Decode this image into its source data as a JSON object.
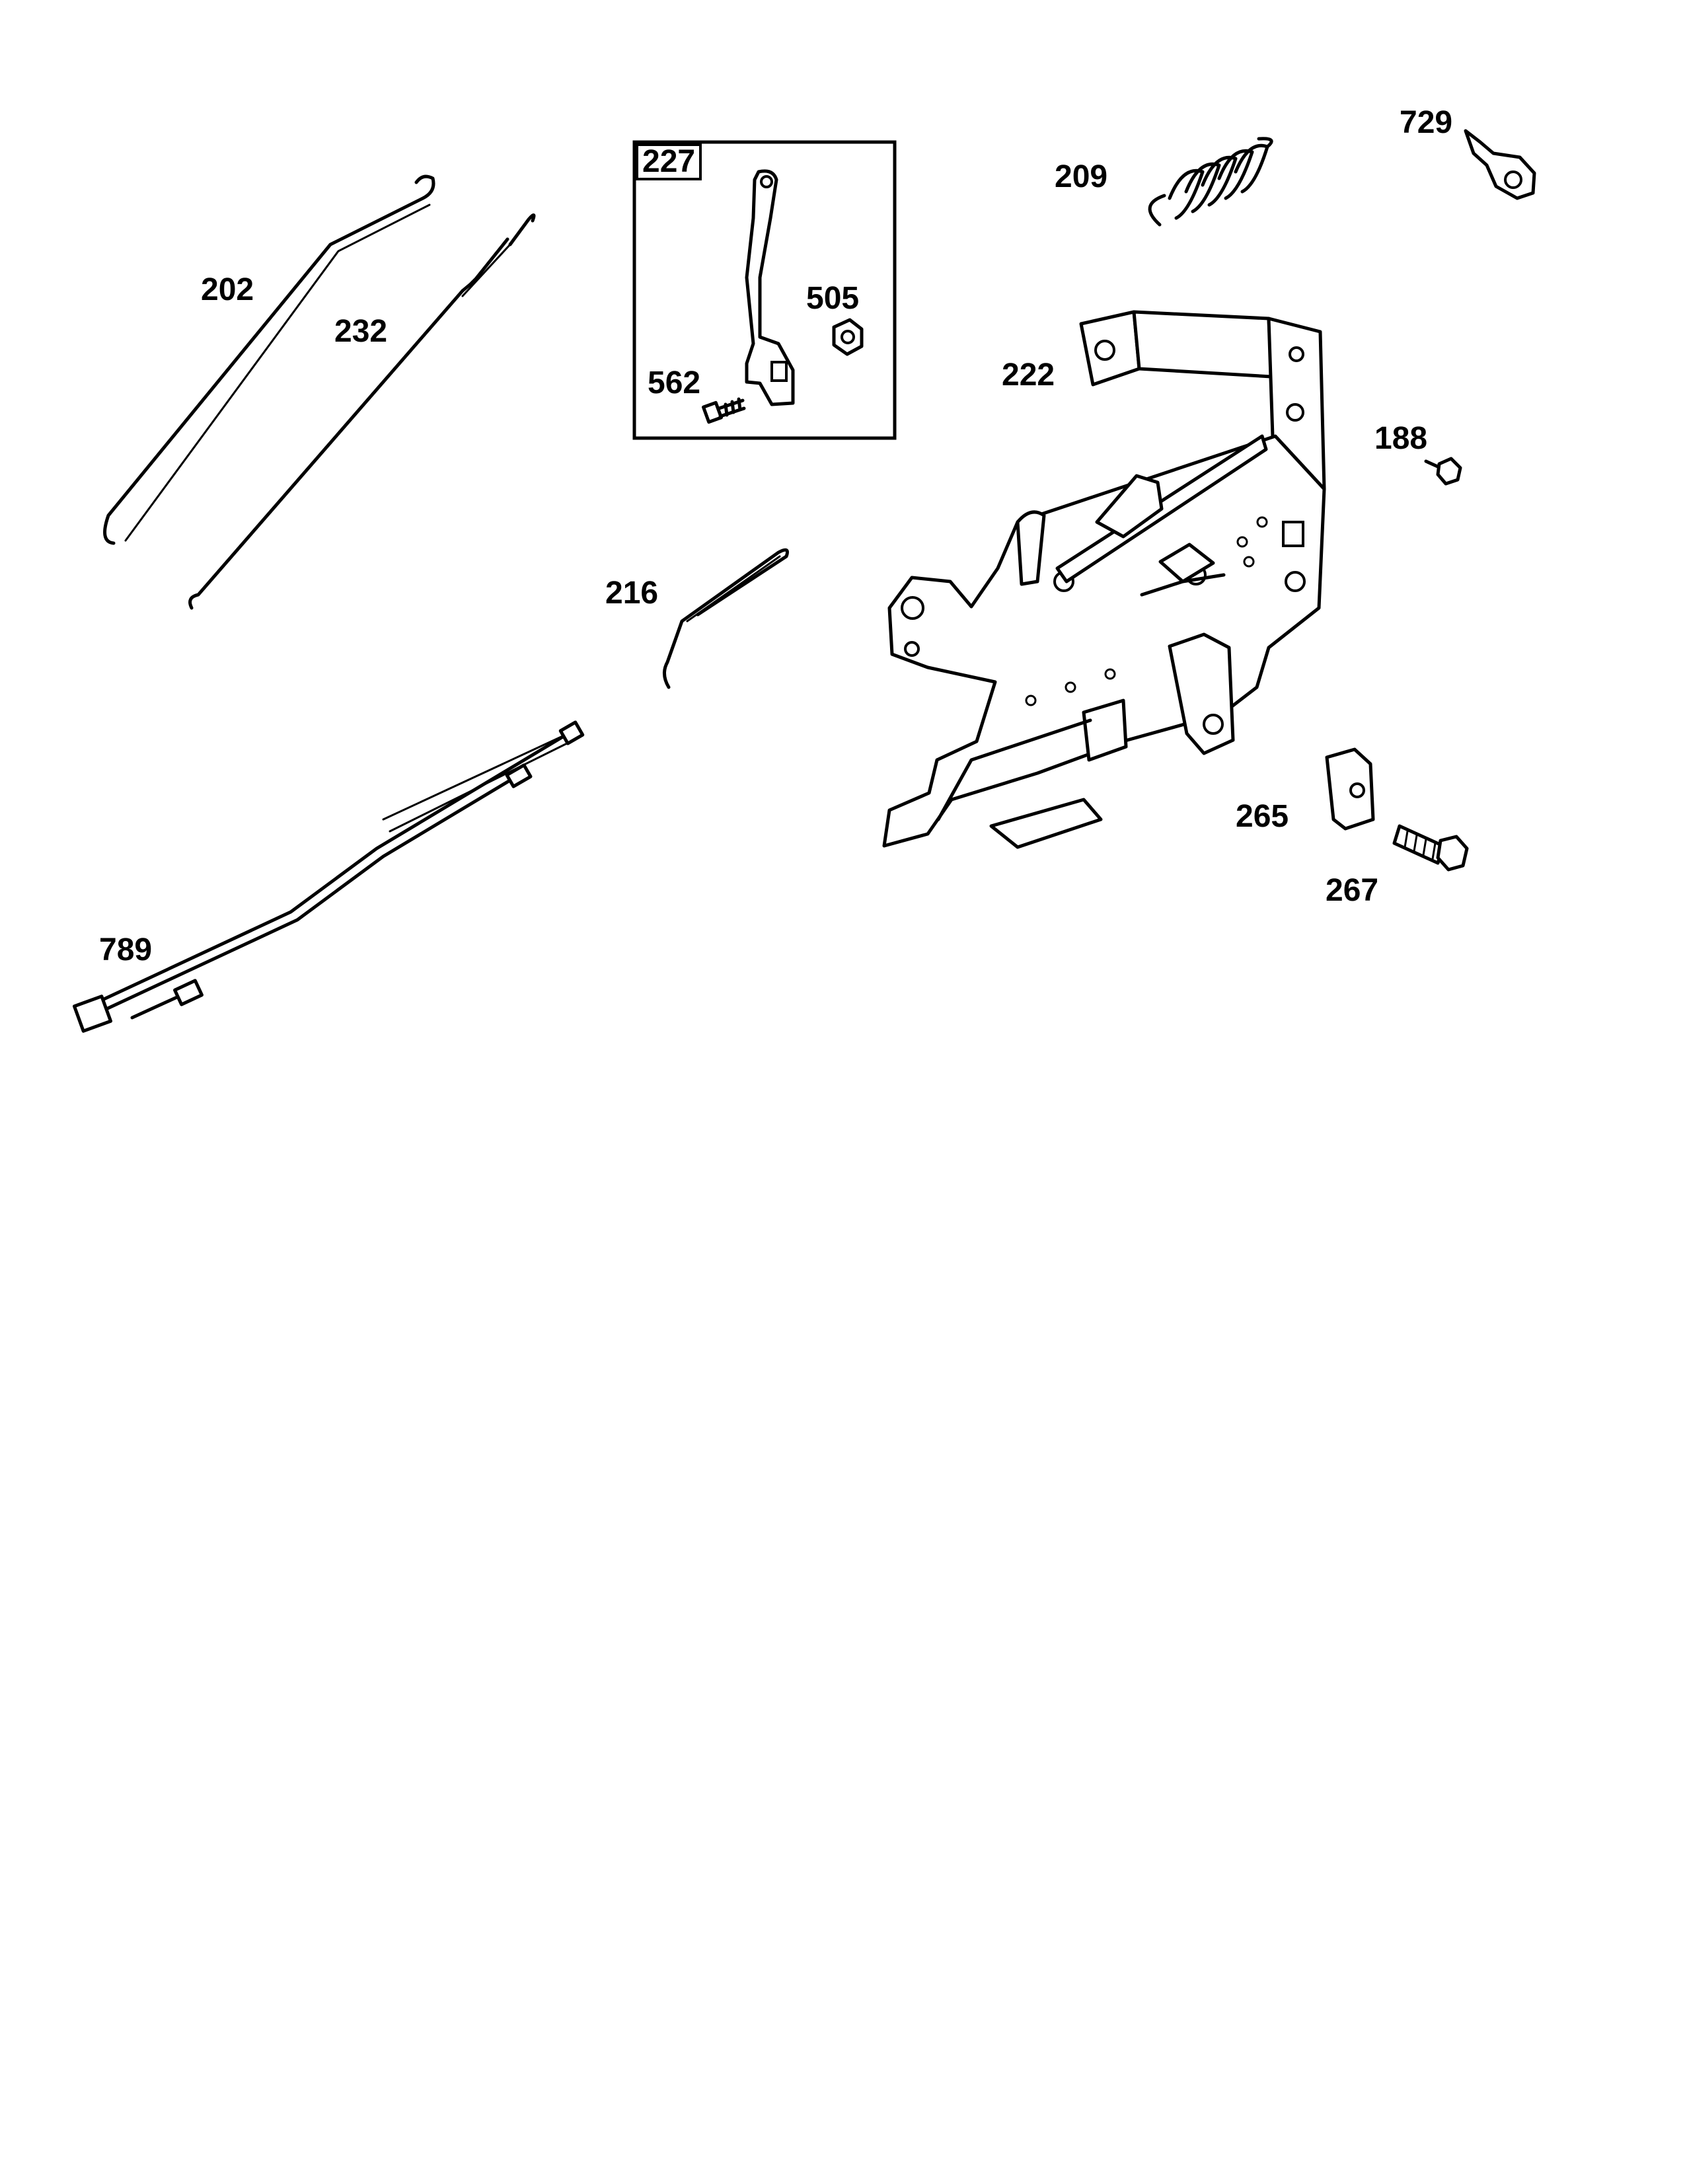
{
  "diagram": {
    "parts": [
      {
        "id": "p202",
        "number": "202",
        "name": "throttle-link-rod"
      },
      {
        "id": "p232",
        "number": "232",
        "name": "governor-spring-link"
      },
      {
        "id": "p227",
        "number": "227",
        "name": "governor-lever-kit",
        "boxed": true
      },
      {
        "id": "p505",
        "number": "505",
        "name": "nut"
      },
      {
        "id": "p562",
        "number": "562",
        "name": "screw"
      },
      {
        "id": "p209",
        "number": "209",
        "name": "governor-spring"
      },
      {
        "id": "p729",
        "number": "729",
        "name": "ground-clip"
      },
      {
        "id": "p222",
        "number": "222",
        "name": "control-bracket"
      },
      {
        "id": "p188",
        "number": "188",
        "name": "screw"
      },
      {
        "id": "p216",
        "number": "216",
        "name": "choke-link"
      },
      {
        "id": "p265",
        "number": "265",
        "name": "cable-clamp"
      },
      {
        "id": "p267",
        "number": "267",
        "name": "screw"
      },
      {
        "id": "p789",
        "number": "789",
        "name": "wiring-harness"
      }
    ]
  },
  "colors": {
    "line": "#000000",
    "background": "#ffffff"
  }
}
